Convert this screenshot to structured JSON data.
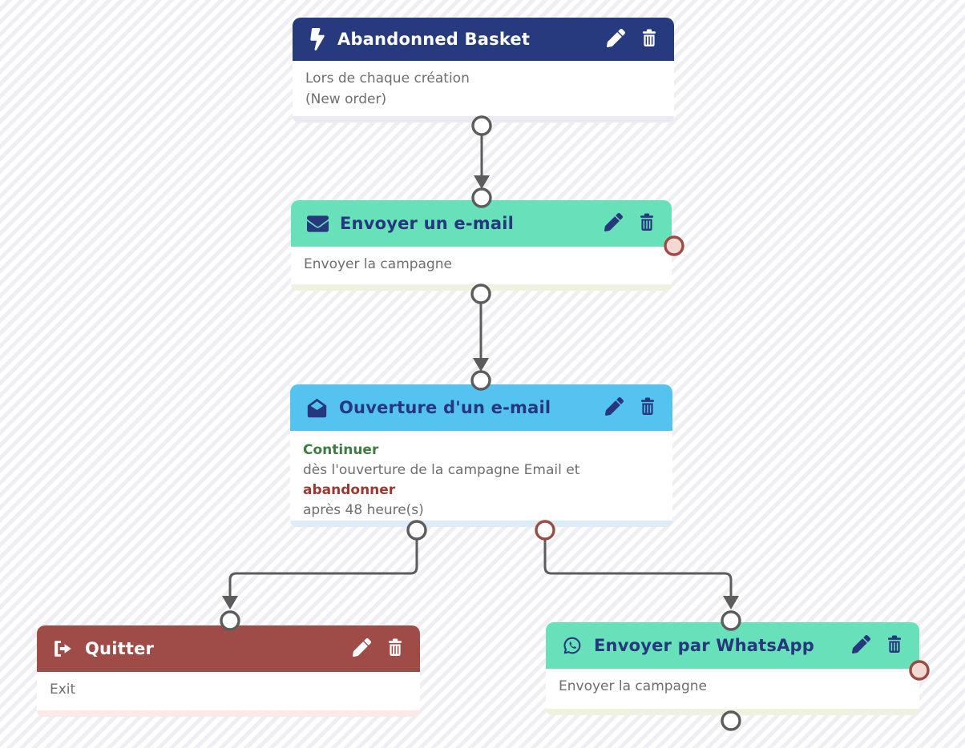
{
  "colors": {
    "stripe": "#efeff3",
    "trigger-header": "#283a7e",
    "action-header": "#68e1ba",
    "condition-header": "#55c3f0",
    "exit-header": "#9f4c48",
    "title-navy": "#27377e",
    "body-text": "#6e6e6e",
    "success-text": "#3f7c41",
    "danger-text": "#9c3732",
    "connector": "#5c5c5c",
    "connector-red": "#9c4a44",
    "port-pink": "#f4d9d3",
    "strip-trigger": "#e9eaf2",
    "strip-action": "#eff2de",
    "strip-condition": "#dcecf8",
    "strip-exit": "#fbe9e8"
  },
  "nodes": [
    {
      "id": "trigger",
      "icon": "lightning-icon",
      "action_icons": [
        "pencil-icon",
        "trash-icon"
      ],
      "title": "Abandonned Basket",
      "body_lines": [
        "Lors de chaque création",
        "(New order)"
      ]
    },
    {
      "id": "send-email",
      "icon": "envelope-icon",
      "action_icons": [
        "pencil-icon",
        "trash-icon"
      ],
      "title": "Envoyer un e-mail",
      "body_lines": [
        "Envoyer la campagne"
      ]
    },
    {
      "id": "email-open-condition",
      "icon": "envelope-open-icon",
      "action_icons": [
        "pencil-icon",
        "trash-icon"
      ],
      "title": "Ouverture d'un e-mail",
      "body": {
        "continue_label": "Continuer",
        "condition_text": "dès l'ouverture de la campagne Email et",
        "abandon_label": "abandonner",
        "delay_text": "après 48 heure(s)"
      }
    },
    {
      "id": "exit",
      "icon": "sign-out-icon",
      "action_icons": [
        "pencil-icon",
        "trash-icon"
      ],
      "title": "Quitter",
      "body_lines": [
        "Exit"
      ]
    },
    {
      "id": "send-whatsapp",
      "icon": "whatsapp-icon",
      "action_icons": [
        "pencil-icon",
        "trash-icon"
      ],
      "title": "Envoyer par WhatsApp",
      "body_lines": [
        "Envoyer la campagne"
      ]
    }
  ]
}
